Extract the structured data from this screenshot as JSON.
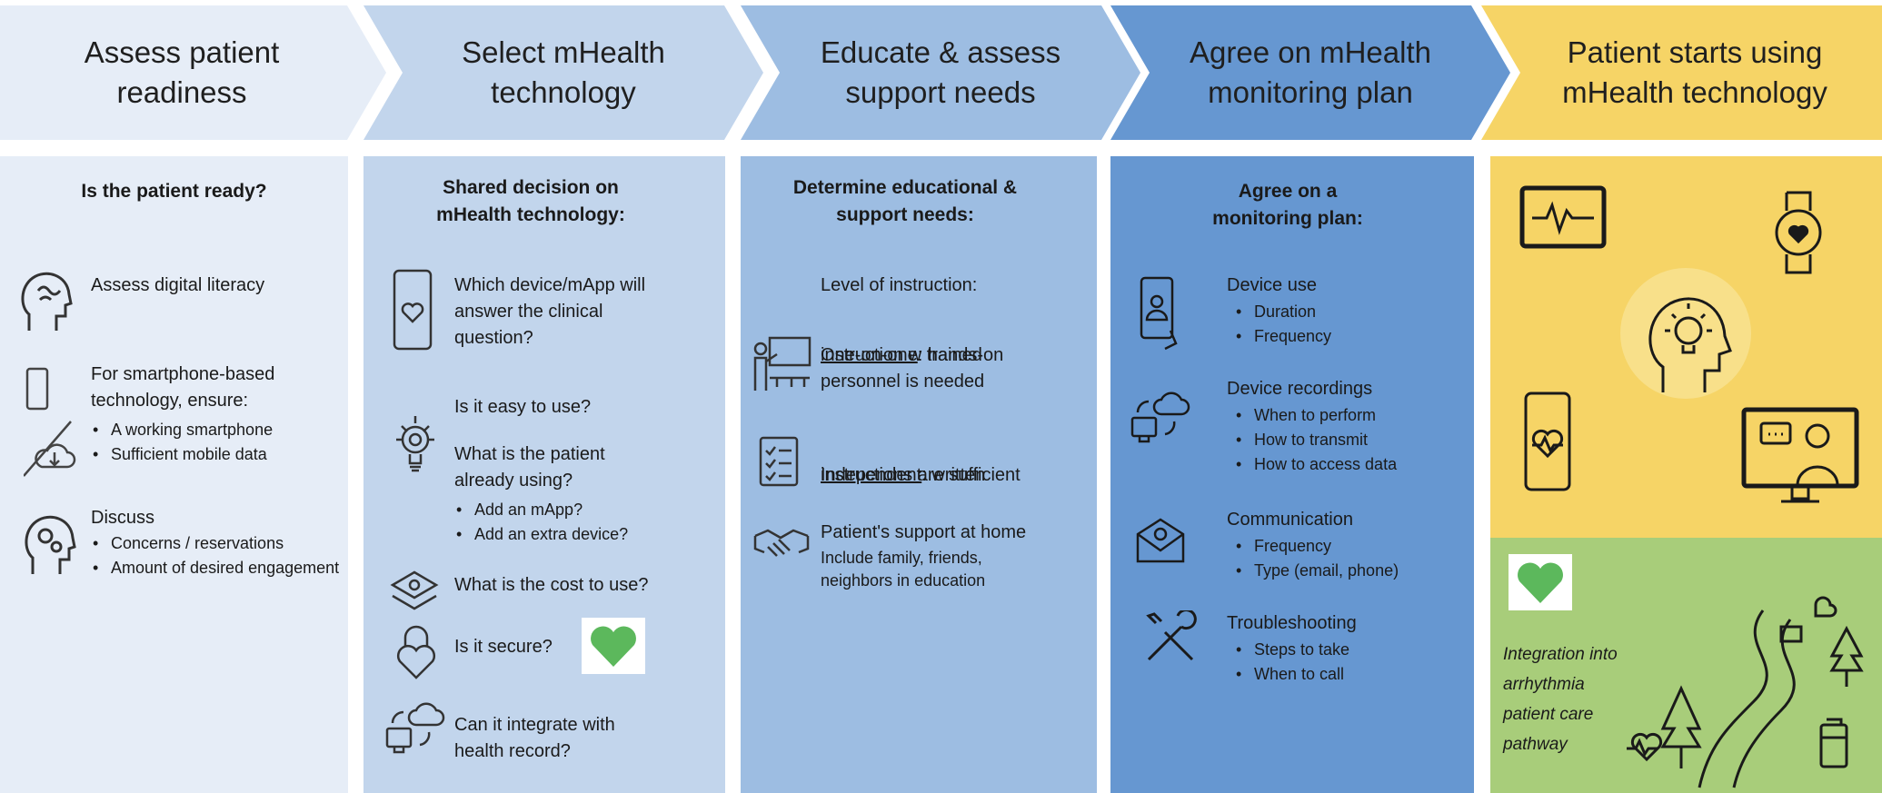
{
  "colors": {
    "step1": "#e6edf7",
    "step2": "#c2d5ec",
    "step3": "#9dbde2",
    "step4": "#6697d1",
    "step5": "#f6d466",
    "green_panel": "#a8cd7a",
    "heart": "#5cb85c"
  },
  "steps": [
    {
      "label": "Assess patient\nreadiness"
    },
    {
      "label": "Select mHealth\ntechnology"
    },
    {
      "label": "Educate & assess\nsupport needs"
    },
    {
      "label": "Agree on mHealth\nmonitoring plan"
    },
    {
      "label": "Patient starts using\nmHealth technology"
    }
  ],
  "col1": {
    "title": "Is the patient ready?",
    "item1": "Assess digital literacy",
    "item2": "For smartphone-based\ntechnology, ensure:",
    "item2_bullets": [
      "A working smartphone",
      "Sufficient mobile data"
    ],
    "item3": "Discuss",
    "item3_bullets": [
      "Concerns / reservations",
      "Amount of desired engagement"
    ]
  },
  "col2": {
    "title": "Shared decision on\nmHealth technology:",
    "q1": "Which device/mApp will\nanswer the clinical\nquestion?",
    "q2": "Is it easy to use?",
    "q3": "What is the patient\nalready using?",
    "q3_bullets": [
      "Add an mApp?",
      "Add an extra device?"
    ],
    "q4": "What is the cost to use?",
    "q5": "Is it secure?",
    "q6": "Can it integrate with\nhealth record?"
  },
  "col3": {
    "title": "Determine educational &\nsupport needs:",
    "level": "Level of instruction:",
    "one_label": "One-on-one",
    "one_rest": ": hands-on",
    "one_more": "instruction w trained\npersonnel is needed",
    "ind_label": "Independent",
    "ind_rest": ": written",
    "ind_more": "instructions are sufficient",
    "support": "Patient's support at home",
    "support_more": "Include family, friends,\nneighbors in education"
  },
  "col4": {
    "title": "Agree on a\nmonitoring plan:",
    "use": "Device use",
    "use_bullets": [
      "Duration",
      "Frequency"
    ],
    "rec": "Device recordings",
    "rec_bullets": [
      "When to perform",
      "How to transmit",
      "How to access data"
    ],
    "comm": "Communication",
    "comm_bullets": [
      "Frequency",
      "Type (email, phone)"
    ],
    "trouble": "Troubleshooting",
    "trouble_bullets": [
      "Steps to take",
      "When to call"
    ]
  },
  "col5": {
    "integration": "Integration into\narrhythmia\npatient care\npathway"
  }
}
